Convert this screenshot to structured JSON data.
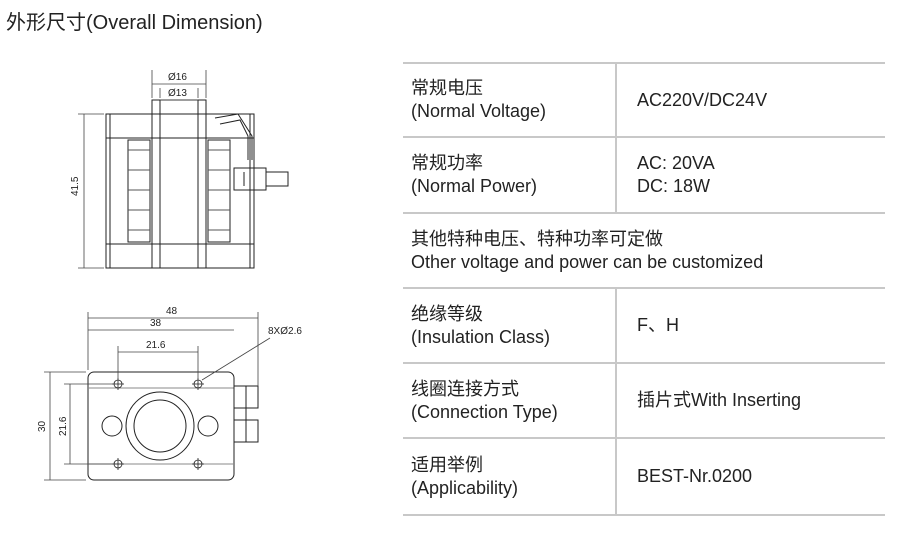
{
  "heading": "外形尺寸(Overall Dimension)",
  "drawing": {
    "top_view": {
      "d16": "Ø16",
      "d13": "Ø13",
      "height": "41.5"
    },
    "bottom_view": {
      "w48": "48",
      "w38": "38",
      "w216": "21.6",
      "holes": "8XØ2.6",
      "h30": "30",
      "h216": "21.6"
    }
  },
  "specs": [
    {
      "label_cn": "常规电压",
      "label_en": "(Normal Voltage)",
      "value": [
        "AC220V/DC24V"
      ]
    },
    {
      "label_cn": "常规功率",
      "label_en": "(Normal Power)",
      "value": [
        "AC: 20VA",
        "DC: 18W"
      ]
    },
    {
      "note_cn": "其他特种电压、特种功率可定做",
      "note_en": "Other voltage and power can be customized"
    },
    {
      "label_cn": "绝缘等级",
      "label_en": "(Insulation Class)",
      "value": [
        "F、H"
      ]
    },
    {
      "label_cn": "线圈连接方式",
      "label_en": "(Connection Type)",
      "value": [
        "插片式With Inserting"
      ]
    },
    {
      "label_cn": "适用举例",
      "label_en": "(Applicability)",
      "value": [
        "BEST-Nr.0200"
      ]
    }
  ]
}
